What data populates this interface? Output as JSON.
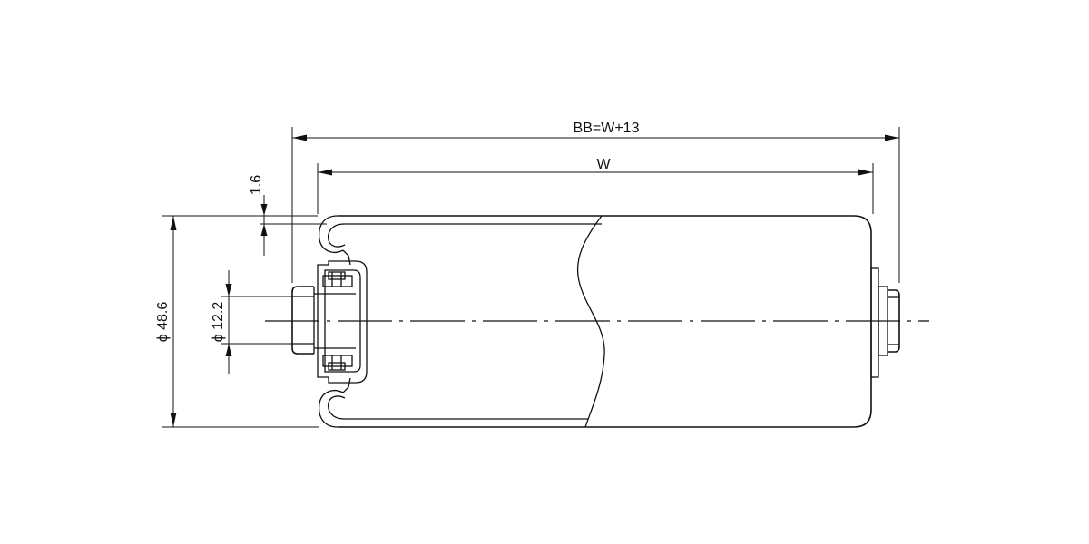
{
  "drawing": {
    "dimensions": {
      "overall_length": "BB=W+13",
      "roller_width": "W",
      "tube_thickness": "1.6",
      "roller_diameter": "ϕ 48.6",
      "shaft_diameter": "ϕ 12.2"
    },
    "colors": {
      "line": "#111111",
      "background": "#ffffff"
    }
  }
}
